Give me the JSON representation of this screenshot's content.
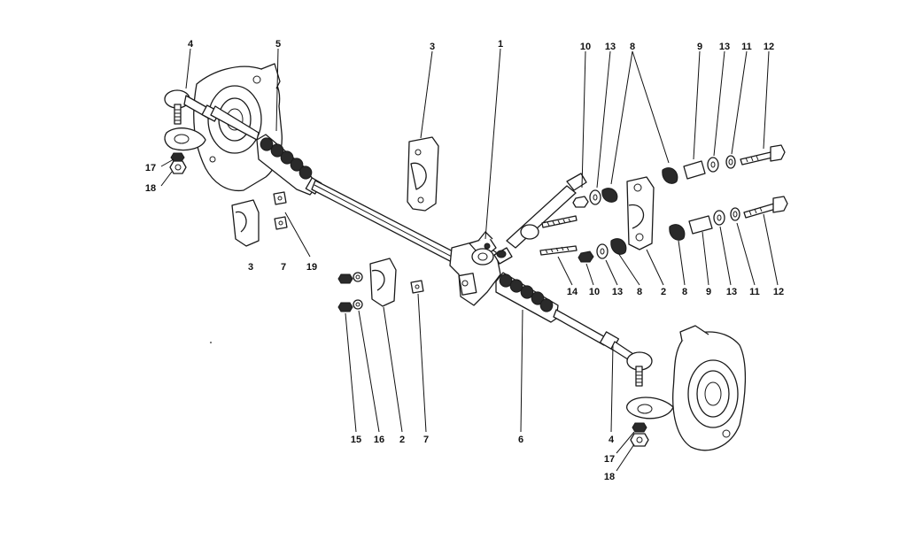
{
  "callouts": [
    {
      "id": "c4-left",
      "label": "4"
    },
    {
      "id": "c5",
      "label": "5"
    },
    {
      "id": "c3-top",
      "label": "3"
    },
    {
      "id": "c1",
      "label": "1"
    },
    {
      "id": "c10-top",
      "label": "10"
    },
    {
      "id": "c13-top-a",
      "label": "13"
    },
    {
      "id": "c8-top",
      "label": "8"
    },
    {
      "id": "c9-top",
      "label": "9"
    },
    {
      "id": "c13-top-b",
      "label": "13"
    },
    {
      "id": "c11-top",
      "label": "11"
    },
    {
      "id": "c12-top",
      "label": "12"
    },
    {
      "id": "c17-left",
      "label": "17"
    },
    {
      "id": "c18-left",
      "label": "18"
    },
    {
      "id": "c3-bottom",
      "label": "3"
    },
    {
      "id": "c7-left",
      "label": "7"
    },
    {
      "id": "c19",
      "label": "19"
    },
    {
      "id": "c14",
      "label": "14"
    },
    {
      "id": "c10-bottom",
      "label": "10"
    },
    {
      "id": "c13-bottom-a",
      "label": "13"
    },
    {
      "id": "c8-bottom-a",
      "label": "8"
    },
    {
      "id": "c2-right",
      "label": "2"
    },
    {
      "id": "c8-bottom-b",
      "label": "8"
    },
    {
      "id": "c9-bottom",
      "label": "9"
    },
    {
      "id": "c13-bottom-b",
      "label": "13"
    },
    {
      "id": "c11-bottom",
      "label": "11"
    },
    {
      "id": "c12-bottom",
      "label": "12"
    },
    {
      "id": "c15",
      "label": "15"
    },
    {
      "id": "c16",
      "label": "16"
    },
    {
      "id": "c2-bottom",
      "label": "2"
    },
    {
      "id": "c7-bottom",
      "label": "7"
    },
    {
      "id": "c6",
      "label": "6"
    },
    {
      "id": "c4-right",
      "label": "4"
    },
    {
      "id": "c17-right",
      "label": "17"
    },
    {
      "id": "c18-right",
      "label": "18"
    }
  ]
}
